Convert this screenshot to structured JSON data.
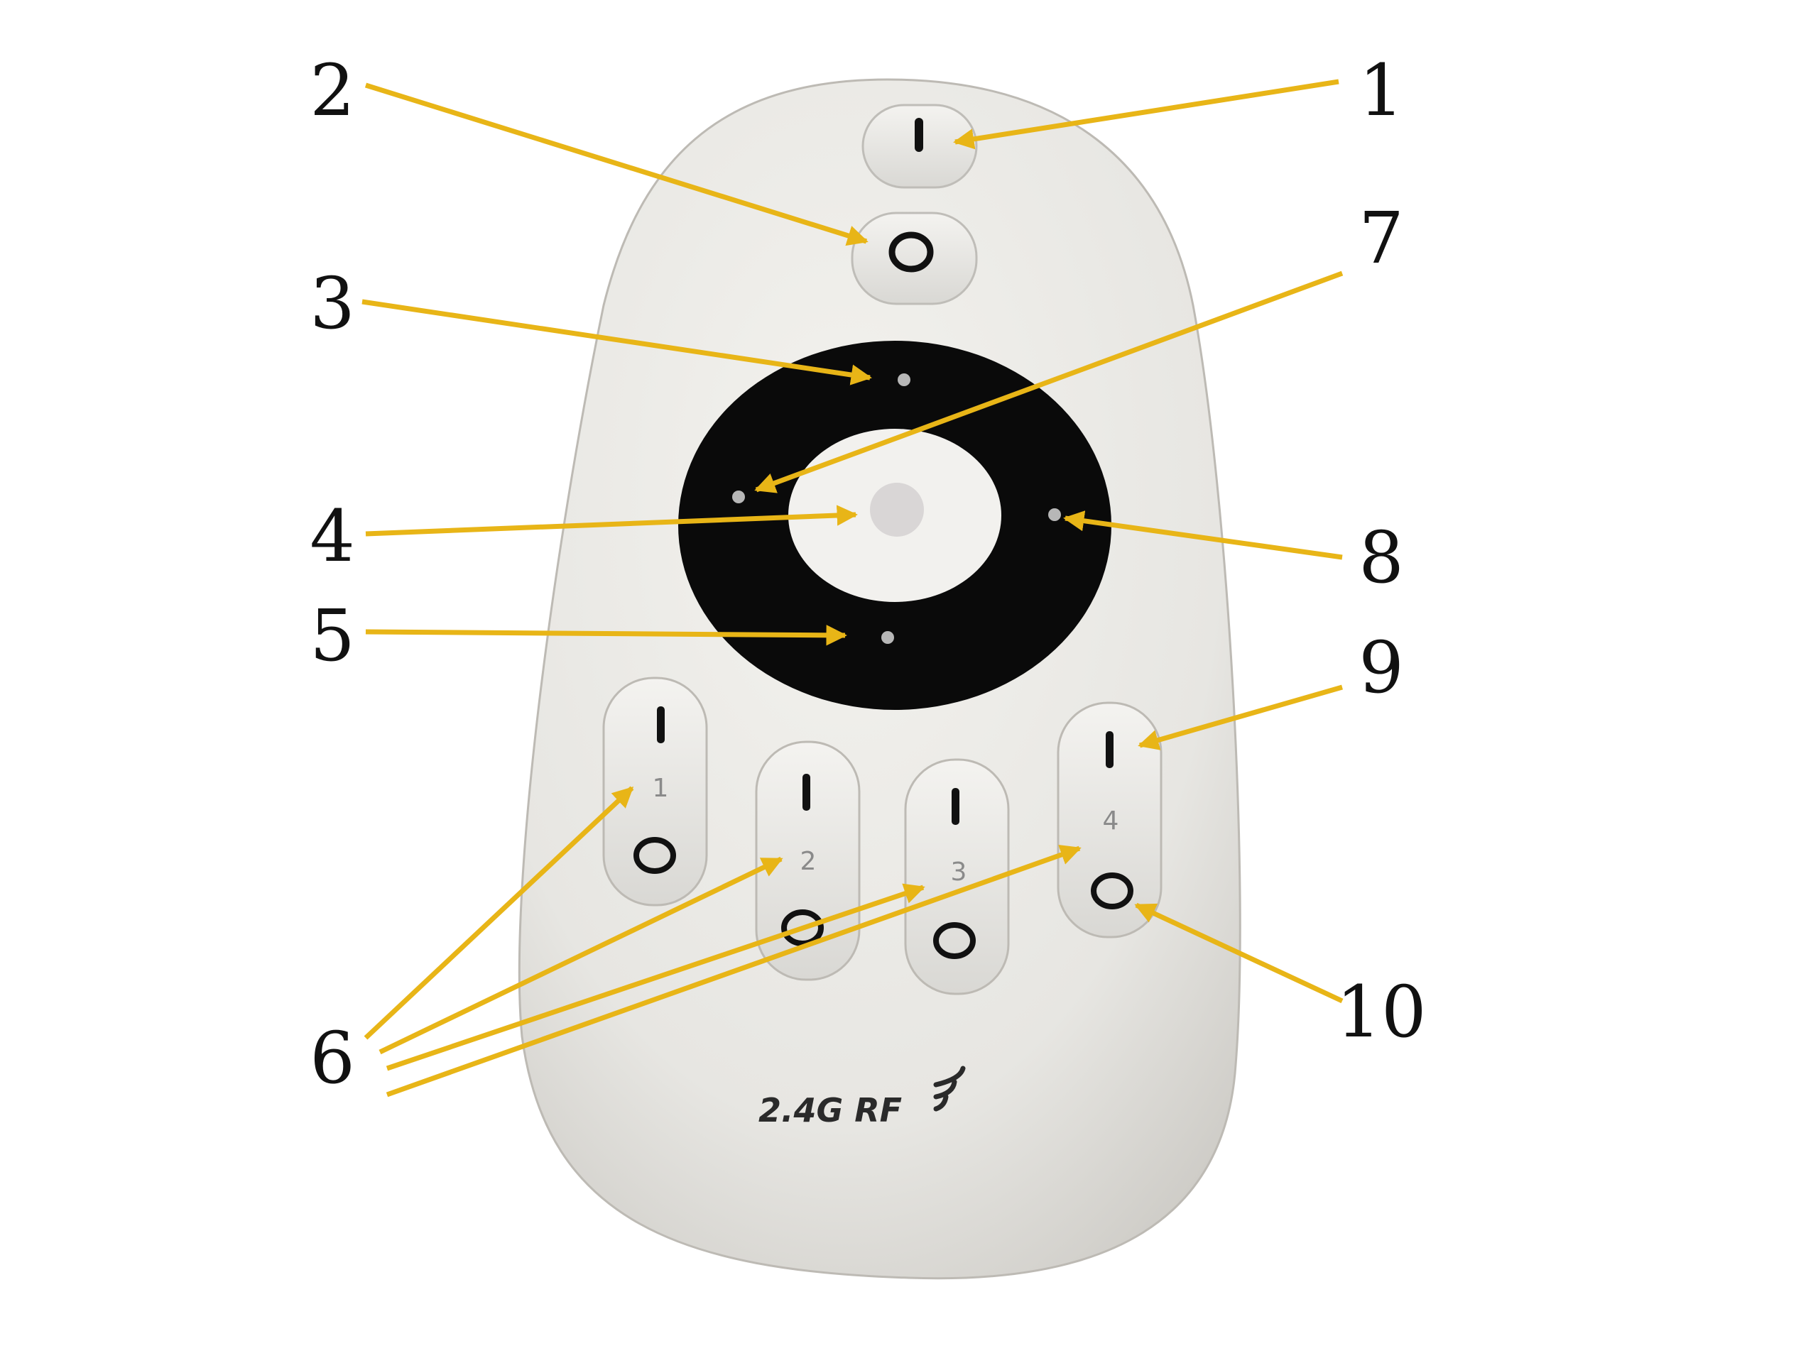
{
  "remote": {
    "rf_label": "2.4G RF",
    "zone_numbers": [
      "1",
      "2",
      "3",
      "4"
    ]
  },
  "callouts": [
    "1",
    "2",
    "3",
    "4",
    "5",
    "6",
    "7",
    "8",
    "9",
    "10"
  ],
  "colors": {
    "arrow": "#e8b517",
    "body": "#ecebe7",
    "ring": "#0a0a0a",
    "button": "#e6e5e1",
    "label": "#111111"
  }
}
